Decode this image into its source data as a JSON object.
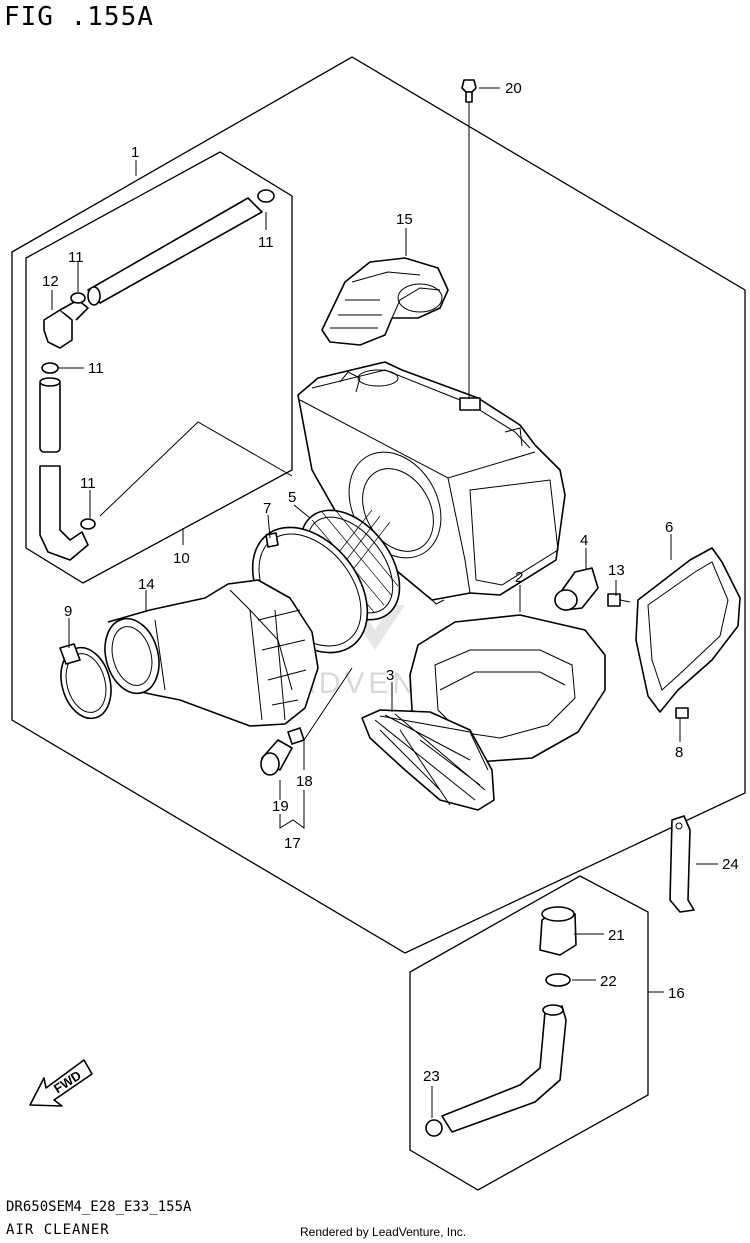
{
  "figure": {
    "title": "FIG .155A",
    "model_code": "DR650SEM4_E28_E33_155A",
    "section_name": "AIR CLEANER",
    "credit": "Rendered by LeadVenture, Inc.",
    "watermark": "LEADVENTURE",
    "fwd_label": "FWD"
  },
  "callouts": [
    "1",
    "2",
    "3",
    "4",
    "5",
    "6",
    "7",
    "8",
    "9",
    "10",
    "11",
    "11",
    "11",
    "11",
    "12",
    "13",
    "14",
    "15",
    "16",
    "17",
    "18",
    "19",
    "20",
    "21",
    "22",
    "23",
    "24"
  ]
}
